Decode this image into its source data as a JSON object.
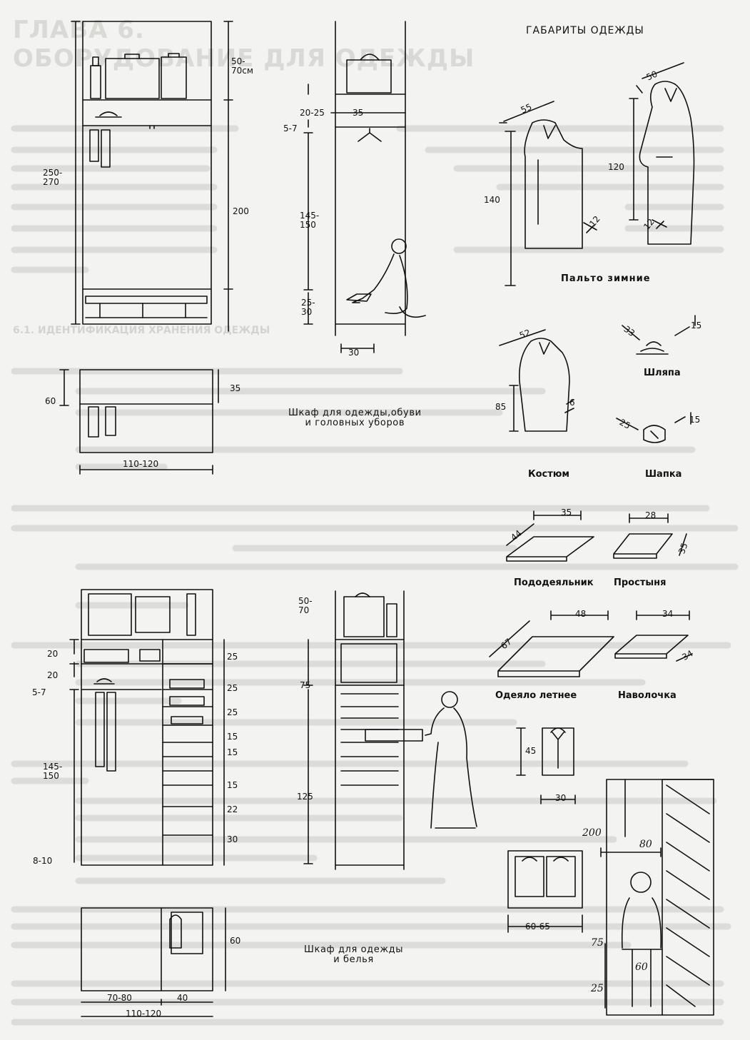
{
  "background_page": {
    "chapter_heading_line1": "ГЛАВА 6.",
    "chapter_heading_line2": "ОБОРУДОВАНИЕ ДЛЯ ОДЕЖДЫ",
    "section_heading": "6.1. ИДЕНТИФИКАЦИЯ ХРАНЕНИЯ ОДЕЖДЫ"
  },
  "title": "ГАБАРИТЫ ОДЕЖДЫ",
  "wardrobe_top": {
    "caption": "Шкаф для одежды,обуви\nи головных уборов",
    "dims_elevation": [
      "50-\n70см",
      "250-\n270",
      "200"
    ],
    "dims_section": [
      "20-25",
      "35",
      "5-7",
      "145-\n150",
      "25-\n30",
      "30"
    ],
    "dims_plan": [
      "60",
      "35",
      "110-120"
    ]
  },
  "wardrobe_bottom": {
    "caption": "Шкаф для одежды\nи белья",
    "dims_left": [
      "20",
      "20",
      "5-7",
      "145-\n150",
      "8-10"
    ],
    "dims_shelves": [
      "25",
      "25",
      "25",
      "15",
      "15",
      "15",
      "22",
      "30"
    ],
    "dims_section": [
      "50-\n70",
      "75",
      "125"
    ],
    "dims_plan": [
      "60",
      "70-80",
      "40",
      "110-120"
    ]
  },
  "clothing": [
    {
      "name": "Пальто зимние",
      "dims": [
        "55",
        "140",
        "12",
        "50",
        "120",
        "12"
      ]
    },
    {
      "name": "Шляпа",
      "dims": [
        "33",
        "15"
      ]
    },
    {
      "name": "Костюм",
      "dims": [
        "52",
        "85",
        "6"
      ]
    },
    {
      "name": "Шапка",
      "dims": [
        "25",
        "15"
      ]
    },
    {
      "name": "Пододеяльник",
      "dims": [
        "44",
        "35"
      ]
    },
    {
      "name": "Простыня",
      "dims": [
        "28",
        "35"
      ]
    },
    {
      "name": "Одеяло летнее",
      "dims": [
        "67",
        "48"
      ]
    },
    {
      "name": "Наволочка",
      "dims": [
        "34",
        "34"
      ]
    },
    {
      "name": "",
      "dims": [
        "45",
        "30"
      ]
    },
    {
      "name": "",
      "dims": [
        "60-65"
      ]
    }
  ],
  "human_figure": {
    "dims": [
      "200",
      "80",
      "75",
      "60",
      "25"
    ]
  }
}
